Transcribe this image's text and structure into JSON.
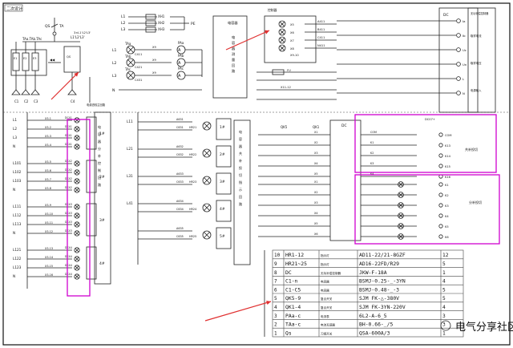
{
  "colors": {
    "ink": "#111111",
    "highlight_box": "#d000d0",
    "arrow": "#e03030",
    "paper": "#ffffff"
  },
  "corner_label": "二次设计",
  "left_panel": {
    "transformer_label": "TA",
    "switch_label": "QS",
    "breaker_label": "3×L1'L2'L3'",
    "left_bus": "TAa.TAb.TAc",
    "right_bus": "L1'L2'L3'",
    "surge_labels": [
      "C1",
      "C2",
      "C3",
      "C4"
    ],
    "note": "电源进线主回路"
  },
  "meter_section": {
    "rows": [
      "L1",
      "L2",
      "L3",
      "N"
    ],
    "fuse_labels": [
      "XH1",
      "XH2",
      "XH3"
    ],
    "terminals": [
      "X9",
      "X9",
      "X9"
    ],
    "pe_label": "PE",
    "ta_labels": [
      "TAa",
      "TAb",
      "TAc"
    ],
    "meter_labels": [
      "PAa",
      "PAb",
      "PAc"
    ],
    "wire_labels": [
      "C411",
      "C421",
      "C431"
    ]
  },
  "controller_section": {
    "box_title": "电容器测量回路",
    "top_label": "控制器",
    "vbus_label": "DC",
    "terminals": [
      "X5",
      "X6",
      "X7",
      "X8",
      "X9-10"
    ],
    "wires": [
      "A411",
      "B411",
      "C411",
      "N411"
    ],
    "mid_labels": [
      "FU",
      "X11-12"
    ],
    "title_box_title": "无功补偿控制器",
    "title_box_rows": [
      "取样电流",
      "取样电压",
      "电源输入"
    ],
    "right_terminals": [
      "Ia",
      "Ib",
      "Uc",
      "Un",
      "L",
      "N"
    ]
  },
  "capacitor_branches": {
    "group_labels": [
      "1#",
      "2#",
      "3#",
      "4#"
    ],
    "rows": [
      [
        "L1",
        "L2",
        "L3",
        "N"
      ],
      [
        "L101",
        "L102",
        "L103",
        "N"
      ],
      [
        "L111",
        "L112",
        "L113",
        "N"
      ],
      [
        "L121",
        "L122",
        "L123",
        "N"
      ]
    ],
    "terminal_prefix": "X3-",
    "cap_prefix": "DC4",
    "side_note": "电容器分补控制回路"
  },
  "lamp_section": {
    "rows": [
      "L11",
      "L21",
      "L31",
      "L41"
    ],
    "wire_labels": [
      "A631",
      "C631",
      "A632",
      "C632",
      "A633",
      "C633",
      "A634",
      "C634",
      "A635",
      "C635"
    ],
    "lamp_labels": [
      "HR21",
      "HR22",
      "HR23",
      "HR24",
      "HR25"
    ],
    "group_labels": [
      "1#",
      "2#",
      "3#",
      "4#",
      "5#"
    ],
    "side_note": "电容器共补投切指示回路"
  },
  "relay_section": {
    "top_labels": [
      "QK5",
      "QK1",
      "DC"
    ],
    "right_header": "DC07+",
    "relay_labels": [
      "X1",
      "X2",
      "X3",
      "X4",
      "X5",
      "X6"
    ],
    "coil_labels": [
      "COM",
      "K1",
      "K2",
      "K3",
      "K4",
      "K5"
    ],
    "right_labels_top": [
      "COM",
      "K13",
      "K14",
      "K15",
      "K16"
    ],
    "right_labels_bottom": [
      "K1",
      "K2",
      "K3",
      "K4",
      "K5",
      "K6"
    ],
    "box1_note": "共补投切",
    "box2_note": "分补投切"
  },
  "bom_table": {
    "rows": [
      {
        "no": "10",
        "code": "HR1-12",
        "name": "指示灯",
        "spec": "AD11-22/21-8GZF",
        "qty": "12"
      },
      {
        "no": "9",
        "code": "HR21~25",
        "name": "指示灯",
        "spec": "AD16-22FD/R29",
        "qty": "5"
      },
      {
        "no": "8",
        "code": "DC",
        "name": "无功补偿控制器",
        "spec": "JKW-F-18A",
        "qty": "1"
      },
      {
        "no": "7",
        "code": "C1-n",
        "name": "电容器",
        "spec": "BSMJ-0.25-_-3YN",
        "qty": "4"
      },
      {
        "no": "6",
        "code": "C1-C5",
        "name": "电容器",
        "spec": "BSMJ-0.48-_-3",
        "qty": "5"
      },
      {
        "no": "5",
        "code": "QK5-9",
        "name": "复合开关",
        "spec": "SJM FK-△-380V",
        "qty": "5"
      },
      {
        "no": "4",
        "code": "QK1-4",
        "name": "复合开关",
        "spec": "SJM FK-3YN-220V",
        "qty": "4"
      },
      {
        "no": "3",
        "code": "PAa-c",
        "name": "电流表",
        "spec": "6L2-A-6_5",
        "qty": "3"
      },
      {
        "no": "2",
        "code": "TAa-c",
        "name": "电流互感器",
        "spec": "BH-0.66-_/5",
        "qty": "3"
      },
      {
        "no": "1",
        "code": "Qs",
        "name": "刀熔开关",
        "spec": "QSA-600A/3",
        "qty": "1"
      }
    ]
  },
  "watermark": "电气分享社区"
}
